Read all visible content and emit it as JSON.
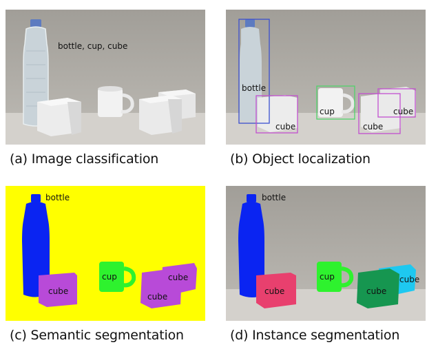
{
  "panels": {
    "a": {
      "caption": "(a) Image classification",
      "classification_text": "bottle, cup, cube"
    },
    "b": {
      "caption": "(b) Object localization",
      "labels": {
        "bottle": "bottle",
        "cup": "cup",
        "cube_front": "cube",
        "cube_right": "cube",
        "cube_back": "cube"
      },
      "colors": {
        "bottle": "#3a4fd0",
        "cup": "#4fd36a",
        "cube": "#c24fd0"
      }
    },
    "c": {
      "caption": "(c) Semantic segmentation",
      "labels": {
        "bottle": "bottle",
        "cup": "cup",
        "cube_left": "cube",
        "cube_front": "cube",
        "cube_back": "cube"
      },
      "colors": {
        "background": "#ffff00",
        "bottle": "#0a24f2",
        "cup": "#2ef22e",
        "cube": "#b84ad8"
      }
    },
    "d": {
      "caption": "(d) Instance segmentation",
      "labels": {
        "bottle": "bottle",
        "cup": "cup",
        "cube_left": "cube",
        "cube_middle": "cube",
        "cube_back": "cube"
      },
      "colors": {
        "bottle": "#0a24f2",
        "cup": "#2ef22e",
        "cube_left": "#e8406e",
        "cube_middle": "#169650",
        "cube_back": "#1ec8f0"
      }
    }
  }
}
